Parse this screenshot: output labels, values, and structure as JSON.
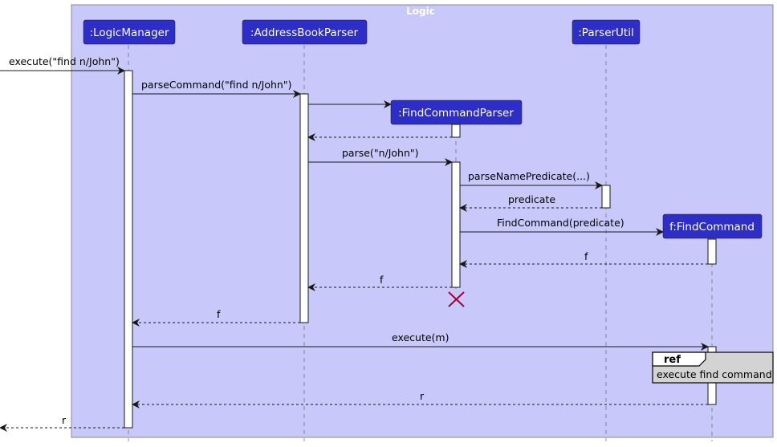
{
  "box": {
    "title": "Logic",
    "fill": "#C8C8FA"
  },
  "participants": {
    "logic_manager": ":LogicManager",
    "address_book_parser": ":AddressBookParser",
    "find_command_parser": ":FindCommandParser",
    "parser_util": ":ParserUtil",
    "find_command": "f:FindCommand"
  },
  "participant_fill": "#2D2DC8",
  "destroy_color": "#A80036",
  "messages": {
    "execute_in": "execute(\"find n/John\")",
    "parse_command": "parseCommand(\"find n/John\")",
    "parse": "parse(\"n/John\")",
    "parse_name_predicate": "parseNamePredicate(...)",
    "predicate_return": "predicate",
    "find_command_create": "FindCommand(predicate)",
    "f_return_1": "f",
    "f_return_2": "f",
    "f_return_3": "f",
    "execute_m": "execute(m)",
    "r_return_1": "r",
    "r_return_2": "r"
  },
  "ref": {
    "label": "ref",
    "text": "execute find command"
  }
}
